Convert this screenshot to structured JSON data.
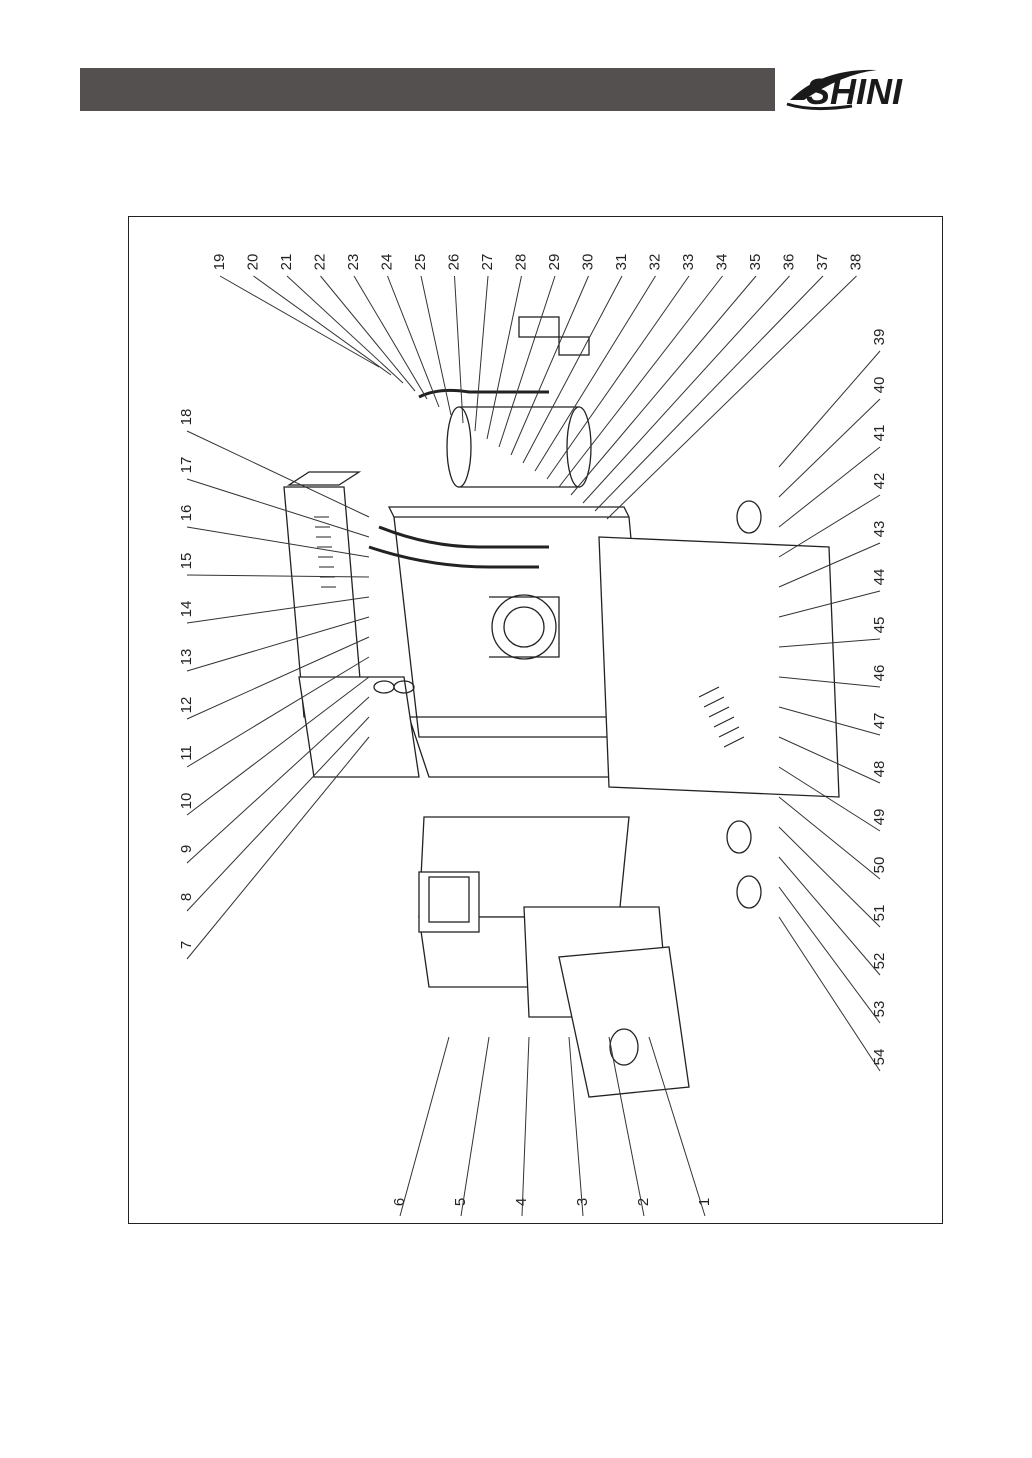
{
  "brand": {
    "logo_text": "SHINI",
    "header_bar_color": "#555050",
    "logo_color": "#1a1a1a"
  },
  "diagram": {
    "callouts_top": [
      "19",
      "20",
      "21",
      "22",
      "23",
      "24",
      "25",
      "26",
      "27",
      "28",
      "29",
      "30",
      "31",
      "32",
      "33",
      "34",
      "35",
      "36",
      "37",
      "38"
    ],
    "callouts_right": [
      "39",
      "40",
      "41",
      "42",
      "43",
      "44",
      "45",
      "46",
      "47",
      "48",
      "49",
      "50",
      "51",
      "52",
      "53",
      "54"
    ],
    "callouts_left": [
      "7",
      "8",
      "9",
      "10",
      "11",
      "12",
      "13",
      "14",
      "15",
      "16",
      "17",
      "18"
    ],
    "callouts_bottom": [
      "6",
      "5",
      "4",
      "3",
      "2",
      "1"
    ]
  }
}
